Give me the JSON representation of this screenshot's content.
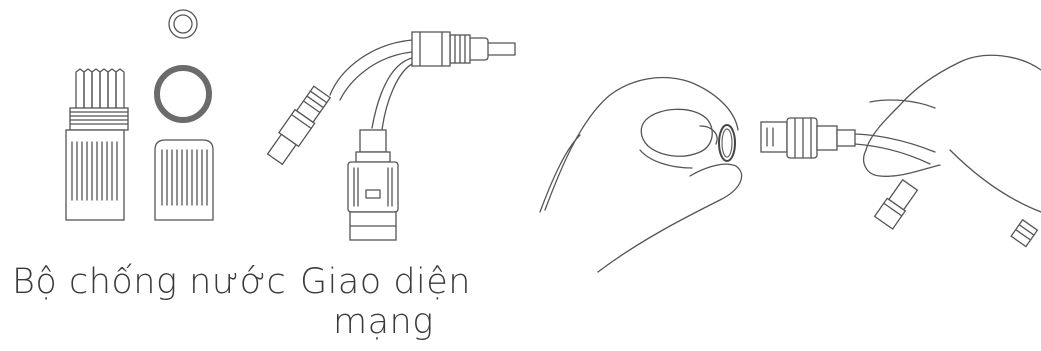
{
  "labels": {
    "waterproof_kit": "Bộ chống nước",
    "network_interface_line1": "Giao diện",
    "network_interface_line2": "mạng"
  },
  "colors": {
    "line": "#555555",
    "ring": "#6b6b6b",
    "text": "#3a3a3a",
    "background": "#ffffff"
  }
}
